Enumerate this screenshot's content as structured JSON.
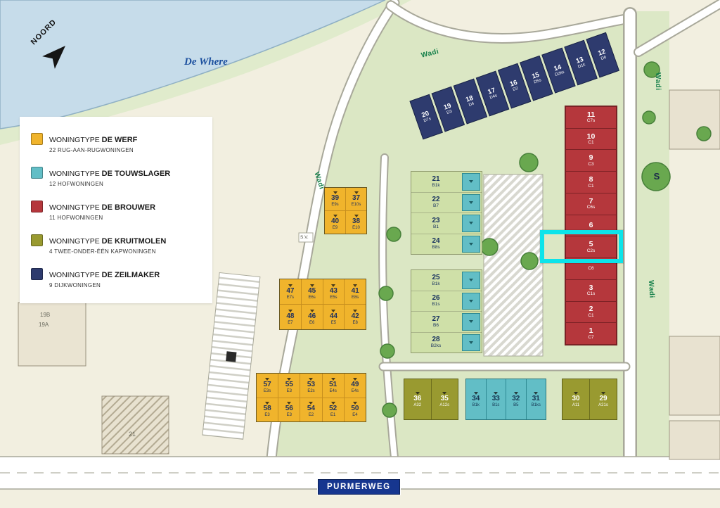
{
  "legend": {
    "items": [
      {
        "prefix": "WONINGTYPE ",
        "name": "DE WERF",
        "subtitle": "22 RUG-AAN-RUGWONINGEN",
        "color": "#f0b42c"
      },
      {
        "prefix": "WONINGTYPE ",
        "name": "DE TOUWSLAGER",
        "subtitle": "12 HOFWONINGEN",
        "color": "#62bec6"
      },
      {
        "prefix": "WONINGTYPE ",
        "name": "DE BROUWER",
        "subtitle": "11 HOFWONINGEN",
        "color": "#b5373c"
      },
      {
        "prefix": "WONINGTYPE ",
        "name": "DE KRUITMOLEN",
        "subtitle": "4 TWEE-ONDER-ÉÉN KAPWONINGEN",
        "color": "#999a30"
      },
      {
        "prefix": "WONINGTYPE ",
        "name": "DE ZEILMAKER",
        "subtitle": "9 DIJKWONINGEN",
        "color": "#2e3b6e"
      }
    ]
  },
  "labels": {
    "north": "NOORD",
    "water": "De Where",
    "street": "PURMERWEG",
    "wadi": "Wadi",
    "s_marker": "S",
    "sv_marker": "S.V.",
    "building_19b": "19B",
    "building_19a": "19A",
    "building_21": "21"
  },
  "highlight": {
    "plot": "5",
    "code": "C2s",
    "color": "#0ce4ea"
  },
  "plots": {
    "zeilmaker": [
      {
        "num": "20",
        "code": "D7s"
      },
      {
        "num": "19",
        "code": "D3"
      },
      {
        "num": "18",
        "code": "D4"
      },
      {
        "num": "17",
        "code": "D4s"
      },
      {
        "num": "16",
        "code": "D2"
      },
      {
        "num": "15",
        "code": "D5s"
      },
      {
        "num": "14",
        "code": "D2ks"
      },
      {
        "num": "13",
        "code": "D1k"
      },
      {
        "num": "12",
        "code": "D6"
      }
    ],
    "brouwer": [
      {
        "num": "11",
        "code": "C7s"
      },
      {
        "num": "10",
        "code": "C1"
      },
      {
        "num": "9",
        "code": "C3"
      },
      {
        "num": "8",
        "code": "C1"
      },
      {
        "num": "7",
        "code": "C6s"
      },
      {
        "num": "6",
        "code": ""
      },
      {
        "num": "5",
        "code": "C2s"
      },
      {
        "num": "",
        "code": "C6"
      },
      {
        "num": "3",
        "code": "C1s"
      },
      {
        "num": "2",
        "code": "C1"
      },
      {
        "num": "1",
        "code": "C7"
      }
    ],
    "touwslager_upper": [
      {
        "num": "21",
        "code": "B1k"
      },
      {
        "num": "22",
        "code": "B7"
      },
      {
        "num": "23",
        "code": "B1"
      },
      {
        "num": "24",
        "code": "B8s"
      }
    ],
    "touwslager_lower": [
      {
        "num": "25",
        "code": "B1k"
      },
      {
        "num": "26",
        "code": "B1s"
      },
      {
        "num": "27",
        "code": "B6"
      },
      {
        "num": "28",
        "code": "B2ks"
      }
    ],
    "touwslager_row": [
      {
        "num": "34",
        "code": "B1k"
      },
      {
        "num": "33",
        "code": "B1s"
      },
      {
        "num": "32",
        "code": "B5"
      },
      {
        "num": "31",
        "code": "B1ks"
      }
    ],
    "kruitmolen_left": [
      {
        "num": "36",
        "code": "A32"
      },
      {
        "num": "35",
        "code": "A12s"
      }
    ],
    "kruitmolen_right": [
      {
        "num": "30",
        "code": "A11"
      },
      {
        "num": "29",
        "code": "A21s"
      }
    ],
    "werf_top": [
      {
        "num": "39",
        "code": "E9s"
      },
      {
        "num": "37",
        "code": "E10s"
      },
      {
        "num": "40",
        "code": "E9"
      },
      {
        "num": "38",
        "code": "E10"
      }
    ],
    "werf_mid": [
      {
        "num": "47",
        "code": "E7s"
      },
      {
        "num": "45",
        "code": "E6s"
      },
      {
        "num": "43",
        "code": "E5s"
      },
      {
        "num": "41",
        "code": "E8s"
      },
      {
        "num": "48",
        "code": "E7"
      },
      {
        "num": "46",
        "code": "E6"
      },
      {
        "num": "44",
        "code": "E5"
      },
      {
        "num": "42",
        "code": "E8"
      }
    ],
    "werf_bottom": [
      {
        "num": "57",
        "code": "E3s"
      },
      {
        "num": "55",
        "code": "E3"
      },
      {
        "num": "53",
        "code": "E2s"
      },
      {
        "num": "51",
        "code": "E4s"
      },
      {
        "num": "49",
        "code": "E4s"
      },
      {
        "num": "58",
        "code": "E3"
      },
      {
        "num": "56",
        "code": "E3"
      },
      {
        "num": "54",
        "code": "E2"
      },
      {
        "num": "52",
        "code": "E1"
      },
      {
        "num": "50",
        "code": "E4"
      }
    ]
  }
}
